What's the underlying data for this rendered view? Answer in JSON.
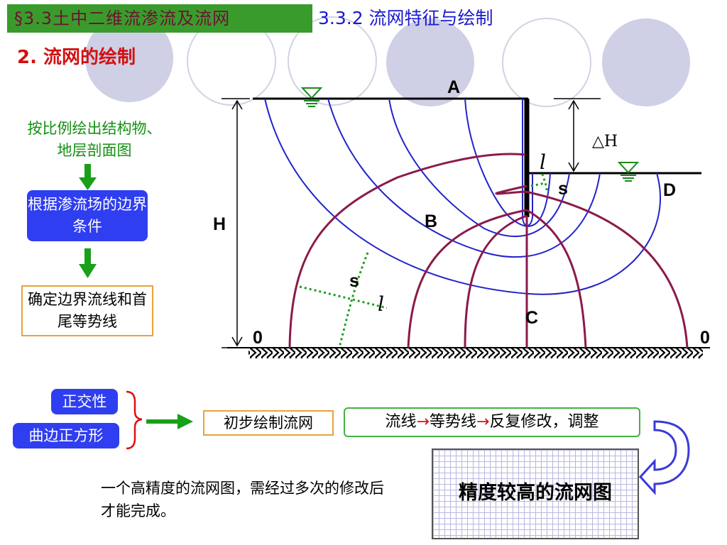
{
  "header": {
    "title": "§3.3土中二维流渗流及流网",
    "subtitle": "3.3.2 流网特征与绘制"
  },
  "section_title": "2. 流网的绘制",
  "steps": {
    "draw_structure": "按比例绘出结构物、地层剖面图",
    "boundary_conditions": "根据渗流场的边界条件",
    "determine_lines": "确定边界流线和首尾等势线"
  },
  "properties": {
    "orthogonality": "正交性",
    "curvilinear_square": "曲边正方形"
  },
  "process": {
    "initial_draw": "初步绘制流网",
    "flow_line": "流线",
    "equipotential": "等势线",
    "revise": "反复修改，调整",
    "arrow": "→"
  },
  "note": "一个高精度的流网图，需经过多次的修改后才能完成。",
  "result_label": "精度较高的流网图",
  "diagram_labels": {
    "A": "A",
    "B": "B",
    "C": "C",
    "D": "D",
    "H": "H",
    "delta_h": "△H",
    "l_top": "l",
    "s_top": "s",
    "s_mid": "s",
    "l_mid": "l",
    "zero_left": "0",
    "zero_right": "0"
  },
  "colors": {
    "title_bg": "#3a9b2d",
    "title_text": "#6b1330",
    "subtitle": "#1a1acc",
    "section": "#d41010",
    "step_green": "#139013",
    "box_blue": "#2f3ef0",
    "flow_line": "#2222cc",
    "equipotential": "#8b1a4a",
    "square_dotted": "#1e9e1e",
    "deco_circle": "#cfcfe6"
  }
}
